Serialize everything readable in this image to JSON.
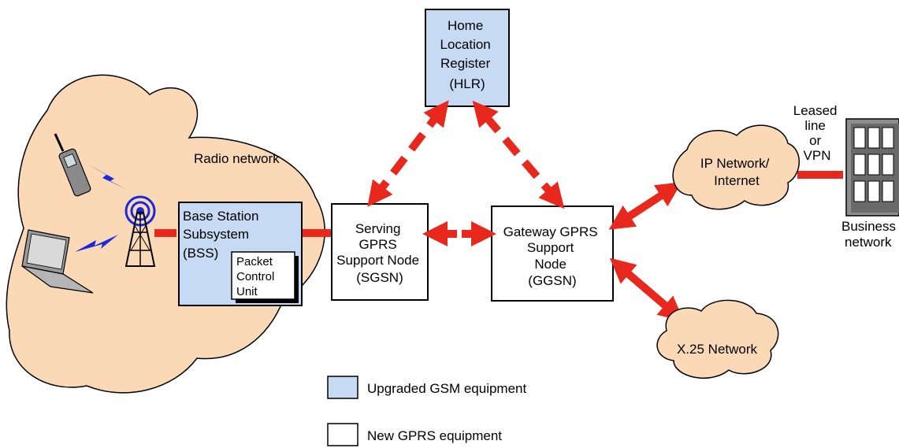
{
  "colors": {
    "upgraded_fill": "#c7daf3",
    "new_fill": "#ffffff",
    "cloud_fill": "#fbd9b6",
    "link_red": "#e8281c",
    "outline": "#000000"
  },
  "radio_network": {
    "label": "Radio network"
  },
  "bss": {
    "lines": [
      "Base Station",
      "Subsystem",
      "(BSS)"
    ],
    "pcu_lines": [
      "Packet",
      "Control",
      "Unit"
    ]
  },
  "sgsn": {
    "lines": [
      "Serving",
      "GPRS",
      "Support Node",
      "(SGSN)"
    ]
  },
  "ggsn": {
    "lines": [
      "Gateway GPRS",
      "Support",
      "Node",
      "(GGSN)"
    ]
  },
  "hlr": {
    "lines": [
      "Home",
      "Location",
      "Register",
      "(HLR)"
    ]
  },
  "ip_network": {
    "lines": [
      "IP Network/",
      "Internet"
    ]
  },
  "x25_network": {
    "label": "X.25 Network"
  },
  "leased_line": {
    "lines": [
      "Leased",
      "line",
      "or",
      "VPN"
    ]
  },
  "business_network": {
    "lines": [
      "Business",
      "network"
    ]
  },
  "legend": {
    "upgraded": "Upgraded GSM equipment",
    "new": "New GPRS equipment"
  },
  "icons": [
    "mobile-phone-icon",
    "laptop-icon",
    "radio-tower-icon",
    "office-building-icon",
    "lightning-bolt-icon"
  ]
}
